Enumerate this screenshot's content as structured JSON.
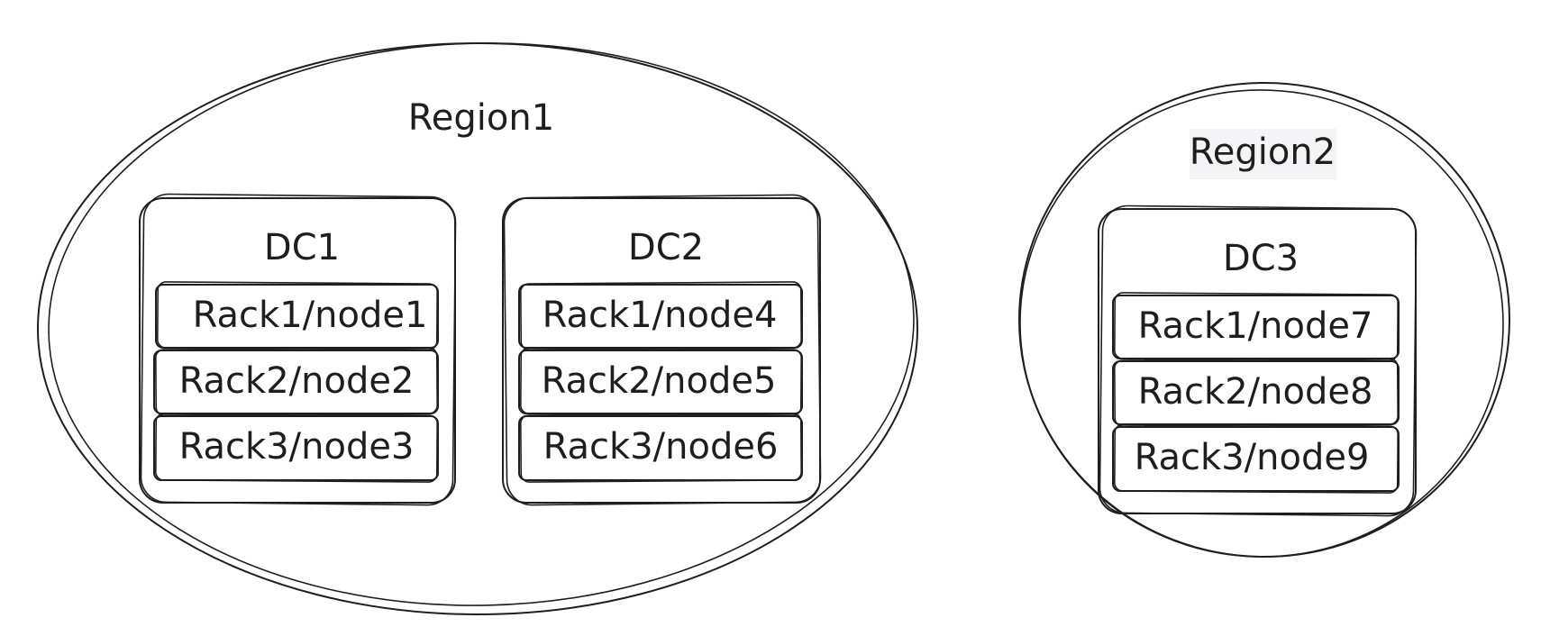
{
  "regions": [
    {
      "label": "Region1",
      "dcs": [
        {
          "label": "DC1",
          "racks": [
            "Rack1/node1",
            "Rack2/node2",
            "Rack3/node3"
          ]
        },
        {
          "label": "DC2",
          "racks": [
            "Rack1/node4",
            "Rack2/node5",
            "Rack3/node6"
          ]
        }
      ]
    },
    {
      "label": "Region2",
      "dcs": [
        {
          "label": "DC3",
          "racks": [
            "Rack1/node7",
            "Rack2/node8",
            "Rack3/node9"
          ]
        }
      ]
    }
  ]
}
